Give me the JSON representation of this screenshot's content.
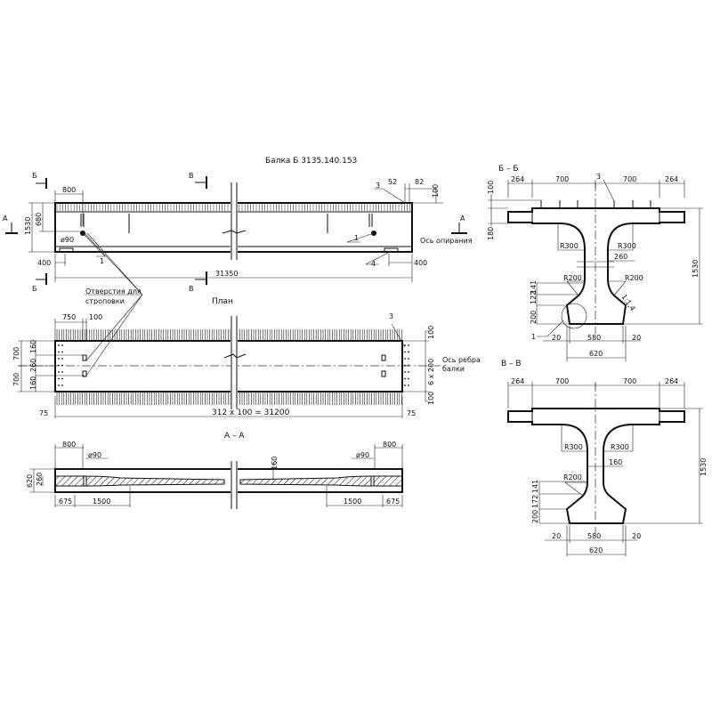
{
  "title": "Балка Б 3135.140.153",
  "elevation": {
    "section_b": "Б",
    "section_v": "В",
    "section_a": "А",
    "dim_800": "800",
    "dim_680": "680",
    "dim_1530": "1530",
    "dim_hole": "ø90",
    "dim_400_left": "400",
    "dim_400_right": "400",
    "dim_31350": "31350",
    "dim_52": "52",
    "dim_82": "82",
    "dim_100": "100",
    "callout_1a": "1",
    "callout_1b": "1",
    "callout_3": "3",
    "callout_4": "4",
    "support_axis": "Ось опирания",
    "holes_note_line1": "Отверстия для",
    "holes_note_line2": "строповки"
  },
  "plan": {
    "title": "План",
    "dim_750": "750",
    "dim_100": "100",
    "dim_700_top": "700",
    "dim_700_bottom": "700",
    "dim_160_top": "160",
    "dim_260": "260",
    "dim_160_bottom": "160",
    "dim_100_right_top": "100",
    "dim_6x200": "6 x 200",
    "dim_100_right_bottom": "100",
    "dim_75_left": "75",
    "dim_total": "312 x 100 = 31200",
    "dim_75_right": "75",
    "callout_3": "3",
    "rib_axis_line1": "Ось ребра",
    "rib_axis_line2": "балки"
  },
  "section_aa": {
    "title": "А – А",
    "dim_800_left": "800",
    "dim_800_right": "800",
    "dim_hole_left": "ø90",
    "dim_hole_right": "ø90",
    "dim_160": "160",
    "dim_620": "620",
    "dim_260": "260",
    "dim_675_left": "675",
    "dim_1500_left": "1500",
    "dim_1500_right": "1500",
    "dim_675_right": "675"
  },
  "section_bb": {
    "title": "Б – Б",
    "dim_264_left": "264",
    "dim_700_left": "700",
    "dim_700_right": "700",
    "dim_264_right": "264",
    "dim_100": "100",
    "dim_180": "180",
    "dim_1530": "1530",
    "r300_left": "R300",
    "r300_right": "R300",
    "dim_260": "260",
    "r200_left": "R200",
    "r200_right": "R200",
    "slope": "1:1,4",
    "dim_141": "141",
    "dim_122": "122",
    "dim_200": "200",
    "dim_20_left": "20",
    "dim_580": "580",
    "dim_20_right": "20",
    "dim_620": "620",
    "callout_1": "1",
    "callout_3": "3"
  },
  "section_vv": {
    "title": "В – В",
    "dim_264_left": "264",
    "dim_700_left": "700",
    "dim_700_right": "700",
    "dim_264_right": "264",
    "dim_1530": "1530",
    "r300_left": "R300",
    "r300_right": "R300",
    "dim_160": "160",
    "r200": "R200",
    "dim_141": "141",
    "dim_172": "172",
    "dim_200": "200",
    "dim_20_left": "20",
    "dim_580": "580",
    "dim_20_right": "20",
    "dim_620": "620"
  }
}
